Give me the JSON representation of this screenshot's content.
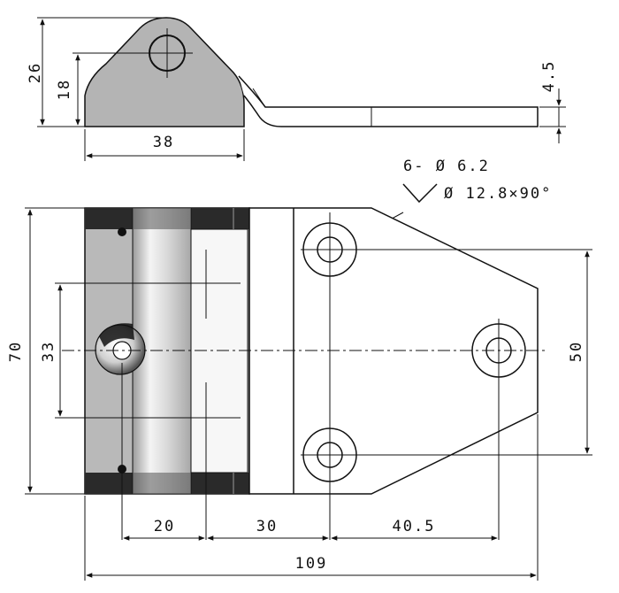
{
  "side_view": {
    "dims": {
      "height_total": "26",
      "height_hole": "18",
      "width_base": "38",
      "thickness": "4.5"
    }
  },
  "plan_view": {
    "dims": {
      "height_total": "70",
      "hole_spacing_left": "33",
      "dist_20": "20",
      "dist_30": "30",
      "dist_40_5": "40.5",
      "width_total": "109",
      "hole_spacing_right": "50"
    },
    "callout": {
      "holes": "6- Ø 6.2",
      "countersink": "Ø 12.8×90°"
    }
  },
  "colors": {
    "line": "#111111",
    "body_gray": "#b4b4b4",
    "dark_block": "#2a2a2a",
    "highlight": "#eeeeee"
  }
}
